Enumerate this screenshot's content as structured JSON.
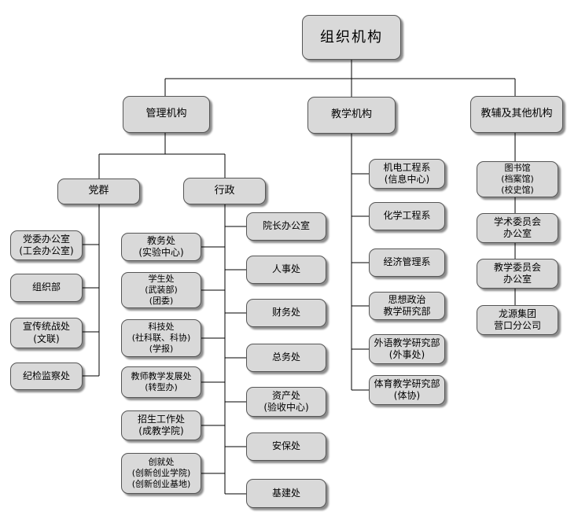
{
  "nodes": {
    "root": "组织机构",
    "mgmt": "管理机构",
    "teach": "教学机构",
    "support": "教辅及其他机构",
    "party": "党群",
    "admin": "行政",
    "p1": "党委办公室\n(工会办公室)",
    "p2": "组织部",
    "p3": "宣传统战处\n(文联)",
    "p4": "纪检监察处",
    "a1": "教务处\n(实验中心)",
    "a2": "学生处\n(武装部)\n(团委)",
    "a3": "科技处\n(社科联、科协)\n(学报)",
    "a4": "教师教学发展处\n(转型办)",
    "a5": "招生工作处\n(成教学院)",
    "a6": "创就处\n(创新创业学院)\n(创新创业基地)",
    "b1": "院长办公室",
    "b2": "人事处",
    "b3": "财务处",
    "b4": "总务处",
    "b5": "资产处\n(验收中心)",
    "b6": "安保处",
    "b7": "基建处",
    "t1": "机电工程系\n(信息中心)",
    "t2": "化学工程系",
    "t3": "经济管理系",
    "t4": "思想政治\n教学研究部",
    "t5": "外语教学研究部\n(外事处)",
    "t6": "体育教学研究部\n(体协)",
    "s1": "图书馆\n(档案馆)\n(校史馆)",
    "s2": "学术委员会\n办公室",
    "s3": "教学委员会\n办公室",
    "s4": "龙源集团\n营口分公司"
  }
}
